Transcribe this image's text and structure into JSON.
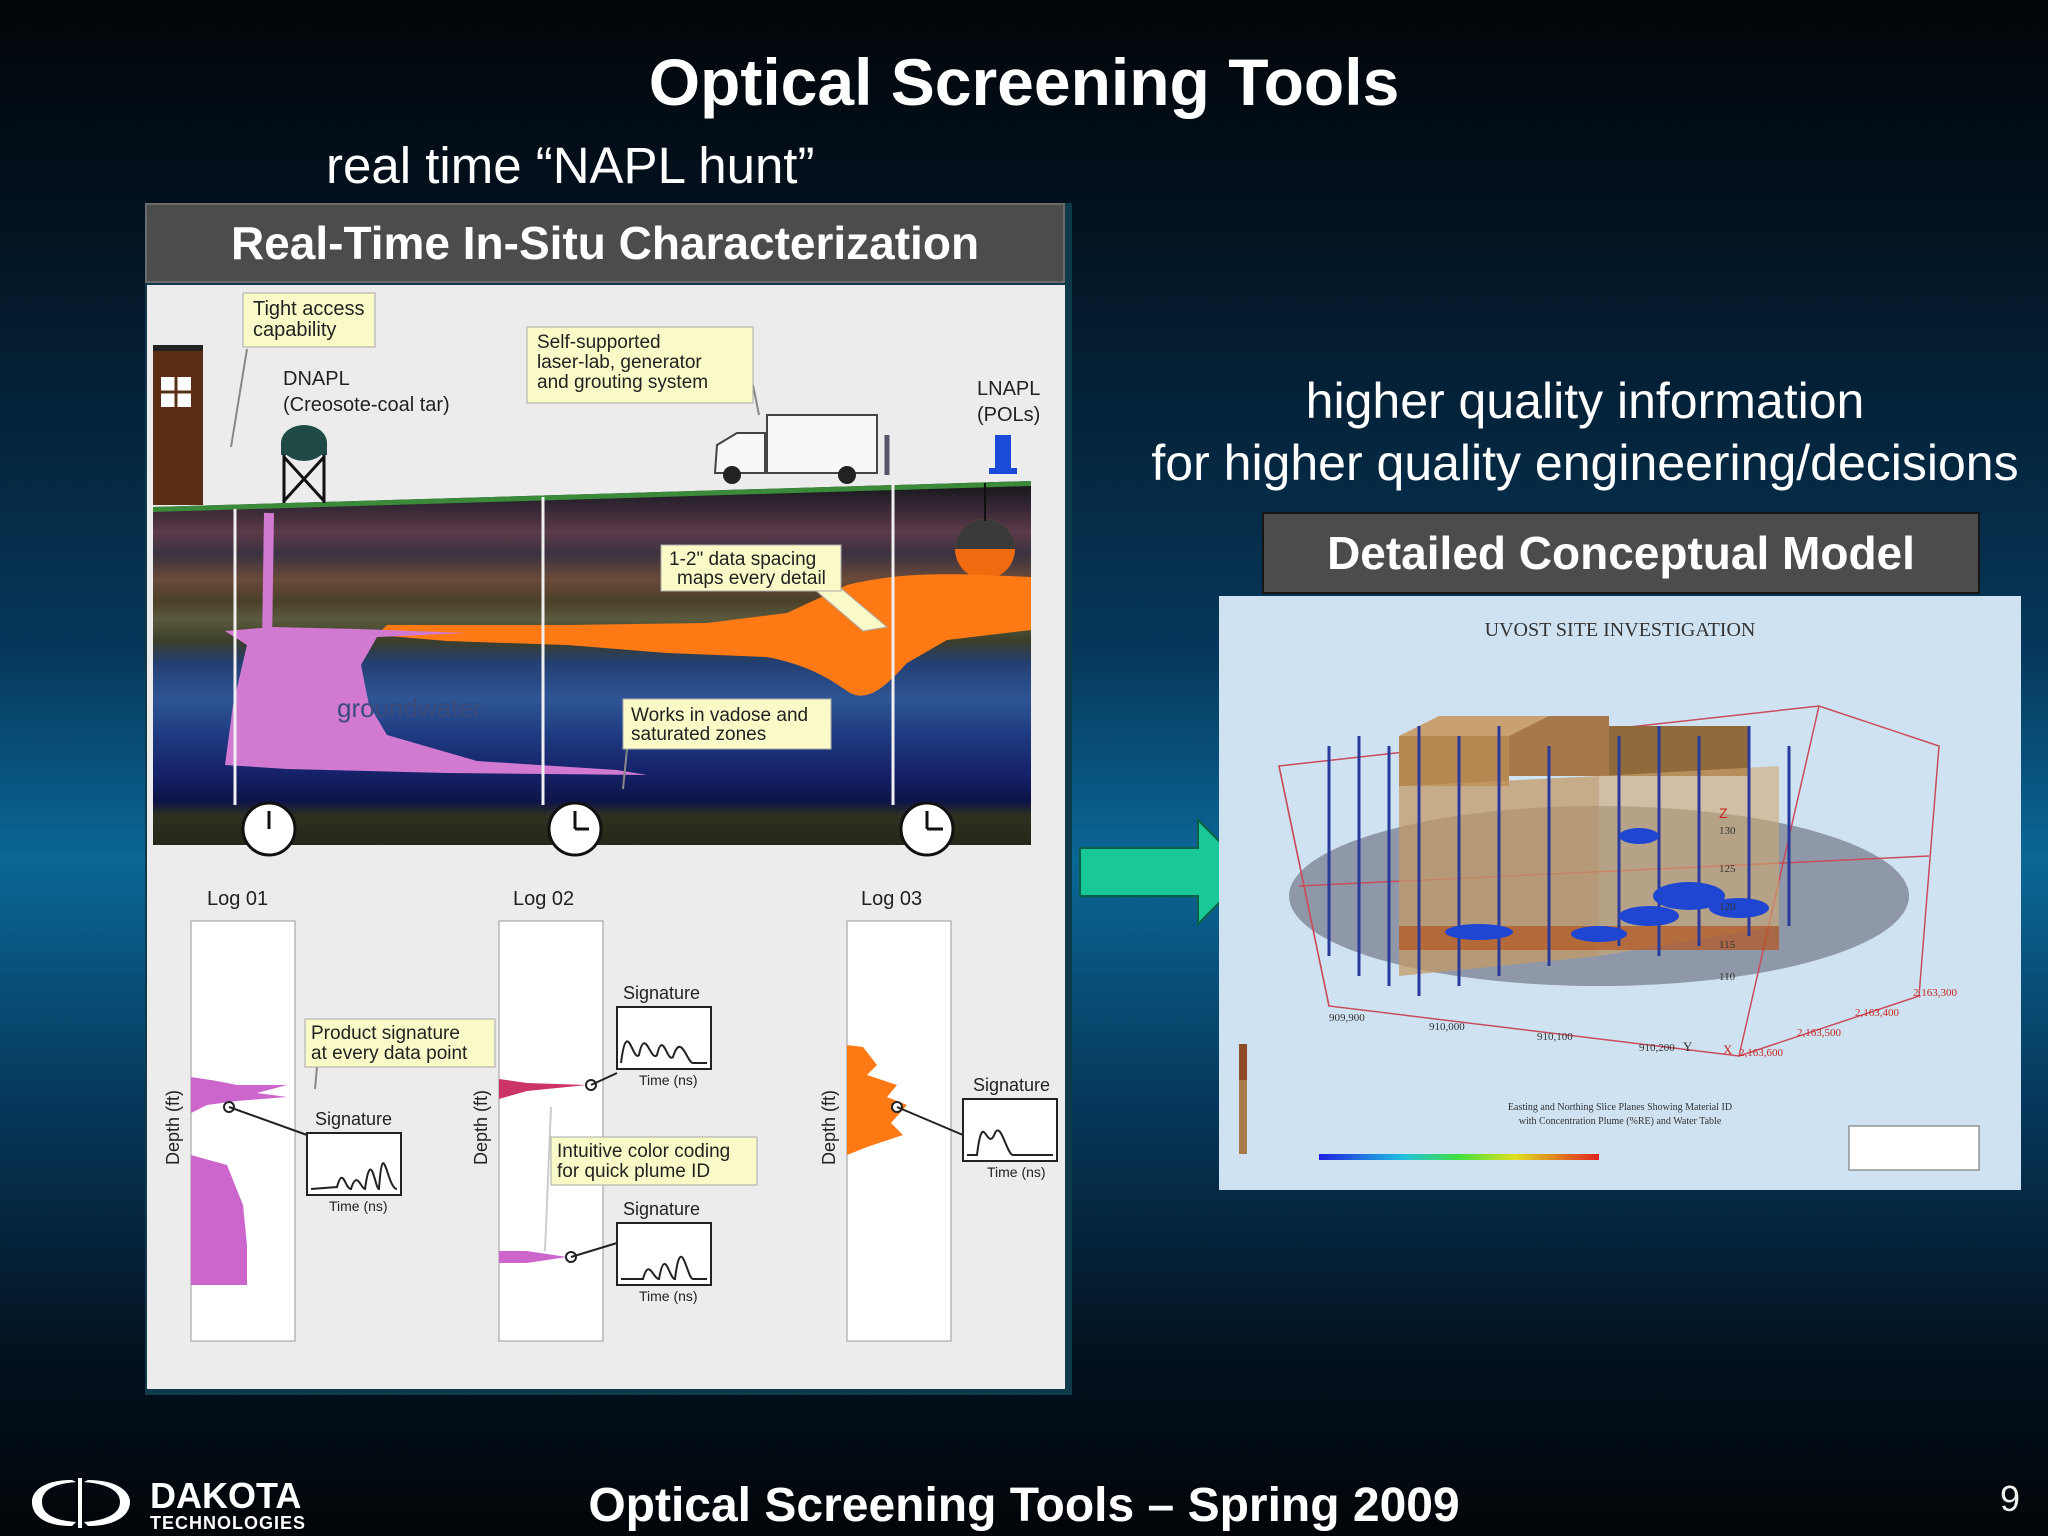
{
  "slide": {
    "title": "Optical Screening Tools",
    "subtitle": "real time “NAPL hunt”",
    "footer_title": "Optical Screening Tools – Spring 2009",
    "page_number": "9"
  },
  "left_panel": {
    "header": "Real-Time In-Situ Characterization",
    "callouts": {
      "tight_access": [
        "Tight access",
        "capability"
      ],
      "self_supported": [
        "Self-supported",
        "laser-lab, generator",
        "and grouting system"
      ],
      "data_spacing": [
        "1-2\" data spacing",
        "maps every detail"
      ],
      "vadose": [
        "Works in vadose and",
        "saturated zones"
      ],
      "product_signature": [
        "Product signature",
        "at every data point"
      ],
      "color_coding": [
        "Intuitive color coding",
        "for quick plume ID"
      ]
    },
    "labels": {
      "dnapl": [
        "DNAPL",
        "(Creosote-coal tar)"
      ],
      "lnapl": [
        "LNAPL",
        "(POLs)"
      ],
      "groundwater": "groundwater"
    },
    "logs": [
      "Log 01",
      "Log 02",
      "Log 03"
    ],
    "signature_label": "Signature",
    "time_label": "Time (ns)",
    "depth_label": "Depth (ft)"
  },
  "right_panel": {
    "text_lines": [
      "higher quality information",
      "for higher quality engineering/decisions"
    ],
    "header": "Detailed Conceptual Model",
    "image": {
      "title": "UVOST SITE INVESTIGATION",
      "axis_y_ticks": [
        "909,900",
        "910,000",
        "910,100",
        "910,200"
      ],
      "axis_x_ticks": [
        "2,163,300",
        "2,163,400",
        "2,163,500",
        "2,163,600"
      ],
      "depth_ticks": [
        "130",
        "125",
        "120",
        "115",
        "110"
      ],
      "axis_y_letter": "Y",
      "axis_x_letter": "X",
      "axis_z_letter": "Z",
      "caption": [
        "Easting and Northing Slice Planes Showing Material ID",
        "with Concentration Plume (%RE) and Water Table"
      ]
    }
  },
  "logo": {
    "name_line1": "DAKOTA",
    "name_line2": "TECHNOLOGIES"
  },
  "colors": {
    "dnapl": "#d27ad2",
    "lnapl": "#ff7a14",
    "arrow": "#19c896",
    "header_bg": "#4c4c4c"
  }
}
